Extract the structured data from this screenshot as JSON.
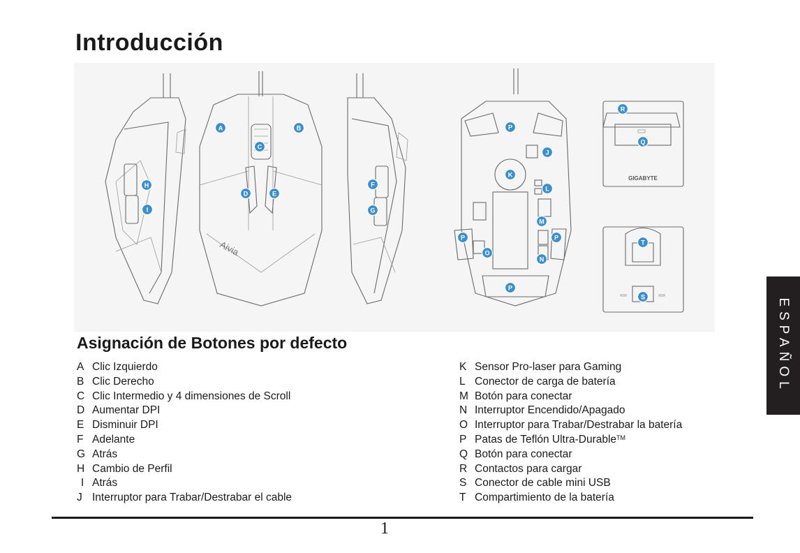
{
  "page": {
    "title": "Introducción",
    "subtitle": "Asignación de Botones por defecto",
    "page_number": "1",
    "side_tab": "ESPAÑOL"
  },
  "figure": {
    "callouts": [
      "A",
      "B",
      "C",
      "D",
      "E",
      "F",
      "G",
      "H",
      "I",
      "J",
      "K",
      "L",
      "M",
      "N",
      "O",
      "P",
      "Q",
      "R",
      "S",
      "T"
    ],
    "mouse_brand": "Aivia",
    "dock_brand": "GIGABYTE"
  },
  "assignments_left": [
    {
      "key": "A",
      "text": "Clic Izquierdo"
    },
    {
      "key": "B",
      "text": "Clic Derecho"
    },
    {
      "key": "C",
      "text": "Clic Intermedio y 4 dimensiones de Scroll"
    },
    {
      "key": "D",
      "text": "Aumentar DPI"
    },
    {
      "key": "E",
      "text": "Disminuir DPI"
    },
    {
      "key": "F",
      "text": "Adelante"
    },
    {
      "key": "G",
      "text": "Atrás"
    },
    {
      "key": "H",
      "text": "Cambio de Perfil"
    },
    {
      "key": "I",
      "text": "Atrás"
    },
    {
      "key": "J",
      "text": "Interruptor para Trabar/Destrabar el cable"
    }
  ],
  "assignments_right": [
    {
      "key": "K",
      "text": "Sensor Pro-laser para Gaming"
    },
    {
      "key": "L",
      "text": "Conector de carga de batería"
    },
    {
      "key": "M",
      "text": "Botón para conectar"
    },
    {
      "key": "N",
      "text": "Interruptor Encendido/Apagado"
    },
    {
      "key": "O",
      "text": "Interruptor para Trabar/Destrabar la batería"
    },
    {
      "key": "P",
      "text": "Patas de Teflón Ultra-Durable",
      "suffix": "TM"
    },
    {
      "key": "Q",
      "text": "Botón para conectar"
    },
    {
      "key": "R",
      "text": "Contactos para cargar"
    },
    {
      "key": "S",
      "text": "Conector de cable mini USB"
    },
    {
      "key": "T",
      "text": "Compartimiento de la batería"
    }
  ],
  "colors": {
    "callout": "#3d8fcc",
    "text": "#1a1a1a",
    "side_tab": "#231f20",
    "figure_bg": "#f5f5f5"
  }
}
